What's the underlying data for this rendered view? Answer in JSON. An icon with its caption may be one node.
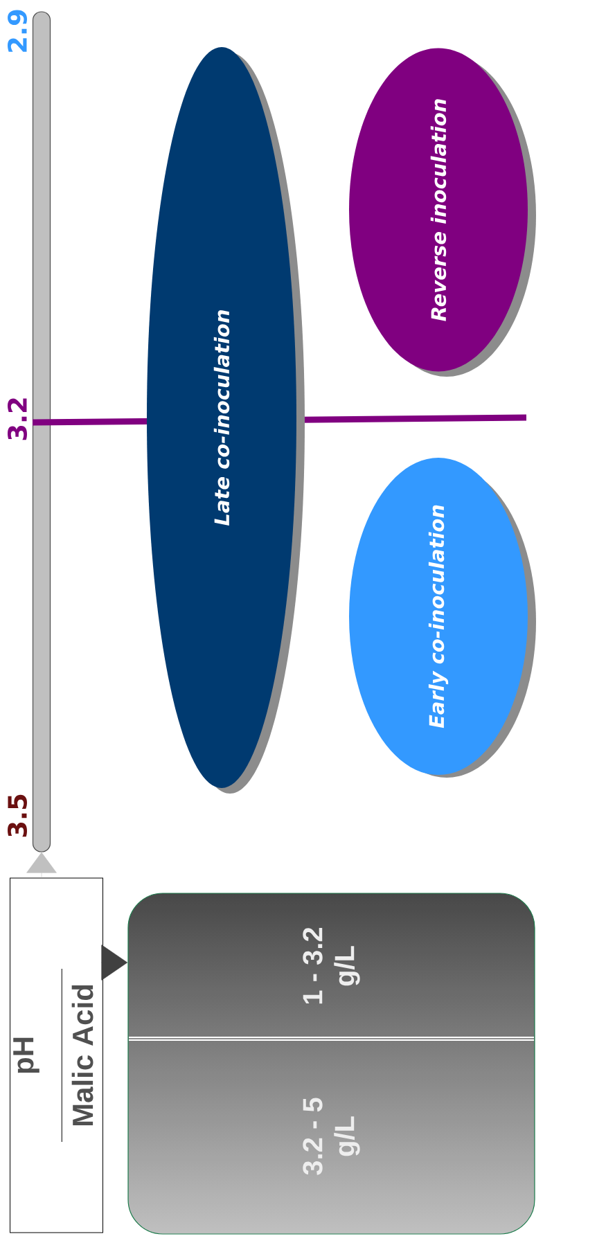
{
  "diagram": {
    "nodes": [
      {
        "text": [],
        "shape": "bar"
      },
      {
        "text": [
          "Late co-inoculation"
        ]
      },
      {
        "text": [
          "Reverse inoculation"
        ]
      },
      {
        "text": [
          "Early co-inoculation"
        ]
      },
      {
        "text": [
          "pH",
          "Malic Acid"
        ]
      },
      {
        "text": [],
        "shape": "box"
      },
      {
        "text": [
          "1 - 3.2 g/L"
        ],
        "in": 5
      },
      {
        "text": [
          "3.2 - 5 g/L"
        ],
        "in": 5
      }
    ],
    "edges": [
      {
        "from": 4,
        "to": 0,
        "arrow": "to"
      },
      {
        "from": 4,
        "to": 5,
        "arrow": "to",
        "color": "#404040"
      }
    ],
    "labels": [
      "2.9",
      "3.2",
      "3.5"
    ]
  }
}
